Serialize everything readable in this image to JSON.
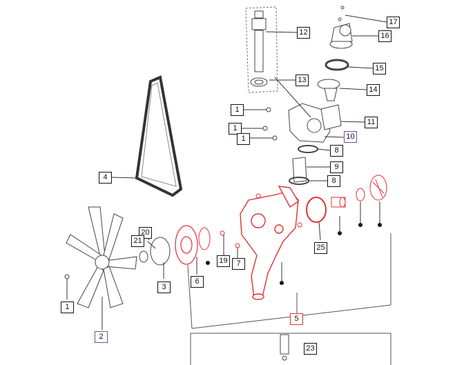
{
  "diagram": {
    "callouts": [
      {
        "id": "c12",
        "label": "12",
        "style": "normal"
      },
      {
        "id": "c17",
        "label": "17",
        "style": "normal"
      },
      {
        "id": "c16",
        "label": "16",
        "style": "normal"
      },
      {
        "id": "c15",
        "label": "15",
        "style": "normal"
      },
      {
        "id": "c13",
        "label": "13",
        "style": "normal"
      },
      {
        "id": "c14",
        "label": "14",
        "style": "normal"
      },
      {
        "id": "c1a",
        "label": "1",
        "style": "normal"
      },
      {
        "id": "c1b",
        "label": "1",
        "style": "normal"
      },
      {
        "id": "c1c",
        "label": "1",
        "style": "normal"
      },
      {
        "id": "c11",
        "label": "11",
        "style": "normal"
      },
      {
        "id": "c10",
        "label": "10",
        "style": "purple"
      },
      {
        "id": "c8a",
        "label": "8",
        "style": "normal"
      },
      {
        "id": "c9",
        "label": "9",
        "style": "normal"
      },
      {
        "id": "c8b",
        "label": "8",
        "style": "normal"
      },
      {
        "id": "c4",
        "label": "4",
        "style": "normal"
      },
      {
        "id": "c20",
        "label": "20",
        "style": "normal"
      },
      {
        "id": "c21",
        "label": "21",
        "style": "normal"
      },
      {
        "id": "c19",
        "label": "19",
        "style": "normal"
      },
      {
        "id": "c7",
        "label": "7",
        "style": "normal"
      },
      {
        "id": "c25",
        "label": "25",
        "style": "normal"
      },
      {
        "id": "c3",
        "label": "3",
        "style": "normal"
      },
      {
        "id": "c6",
        "label": "6",
        "style": "normal"
      },
      {
        "id": "c1d",
        "label": "1",
        "style": "normal"
      },
      {
        "id": "c2",
        "label": "2",
        "style": "purple"
      },
      {
        "id": "c5",
        "label": "5",
        "style": "red"
      },
      {
        "id": "c23",
        "label": "23",
        "style": "normal"
      }
    ],
    "colors": {
      "line": "#111111",
      "part": "#555555",
      "highlight": "#e03030",
      "purple": "#7a4aa0"
    }
  }
}
